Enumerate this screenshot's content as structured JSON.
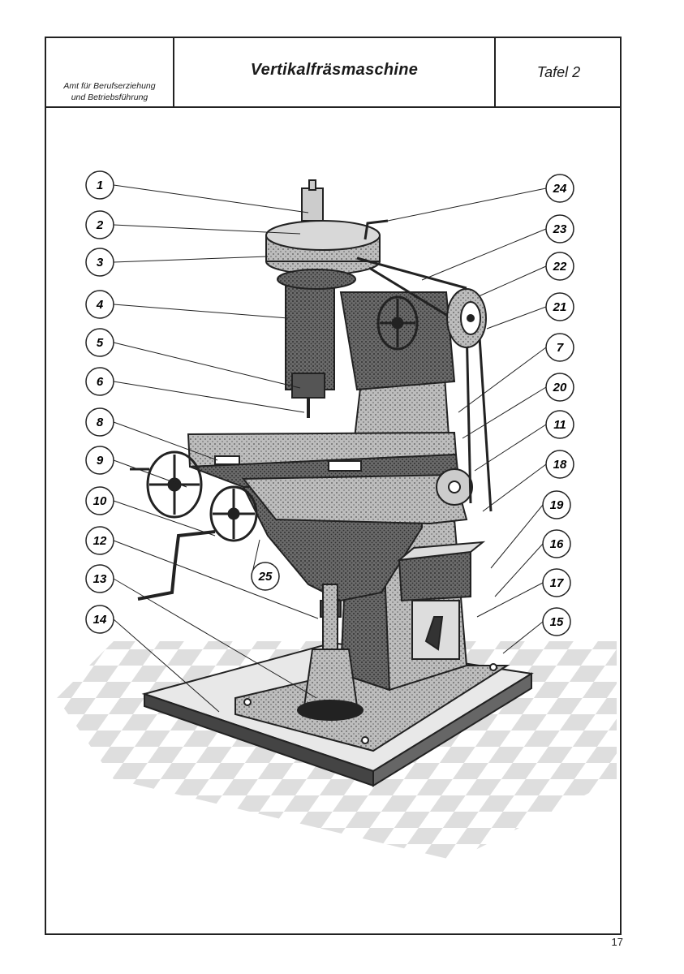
{
  "header": {
    "institution_line1": "Amt für Berufserziehung",
    "institution_line2": "und Betriebsführung",
    "title": "Vertikalfräsmaschine",
    "plate": "Tafel 2"
  },
  "callouts": [
    "1",
    "2",
    "3",
    "4",
    "5",
    "6",
    "8",
    "9",
    "10",
    "12",
    "13",
    "14",
    "24",
    "23",
    "22",
    "21",
    "7",
    "20",
    "11",
    "18",
    "19",
    "16",
    "17",
    "15",
    "25"
  ],
  "page_number": "17"
}
